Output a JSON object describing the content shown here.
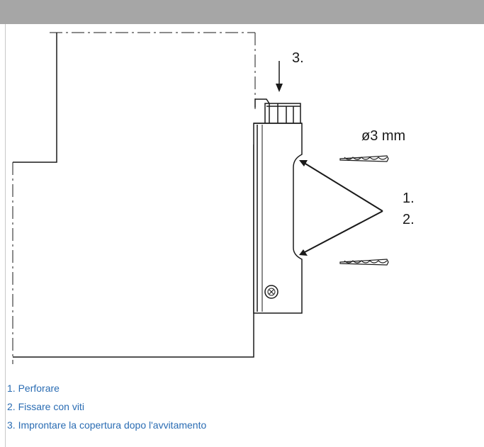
{
  "diagram": {
    "callout_top": "3.",
    "diameter_label": "ø3 mm",
    "callout_1": "1.",
    "callout_2": "2."
  },
  "legend": {
    "items": [
      "1. Perforare",
      "2. Fissare con viti",
      "3. Improntare la copertura dopo l'avvitamento"
    ]
  },
  "colors": {
    "top_bar": "#a6a6a6",
    "legend_text": "#2a6cb3",
    "line": "#1a1a1a"
  }
}
